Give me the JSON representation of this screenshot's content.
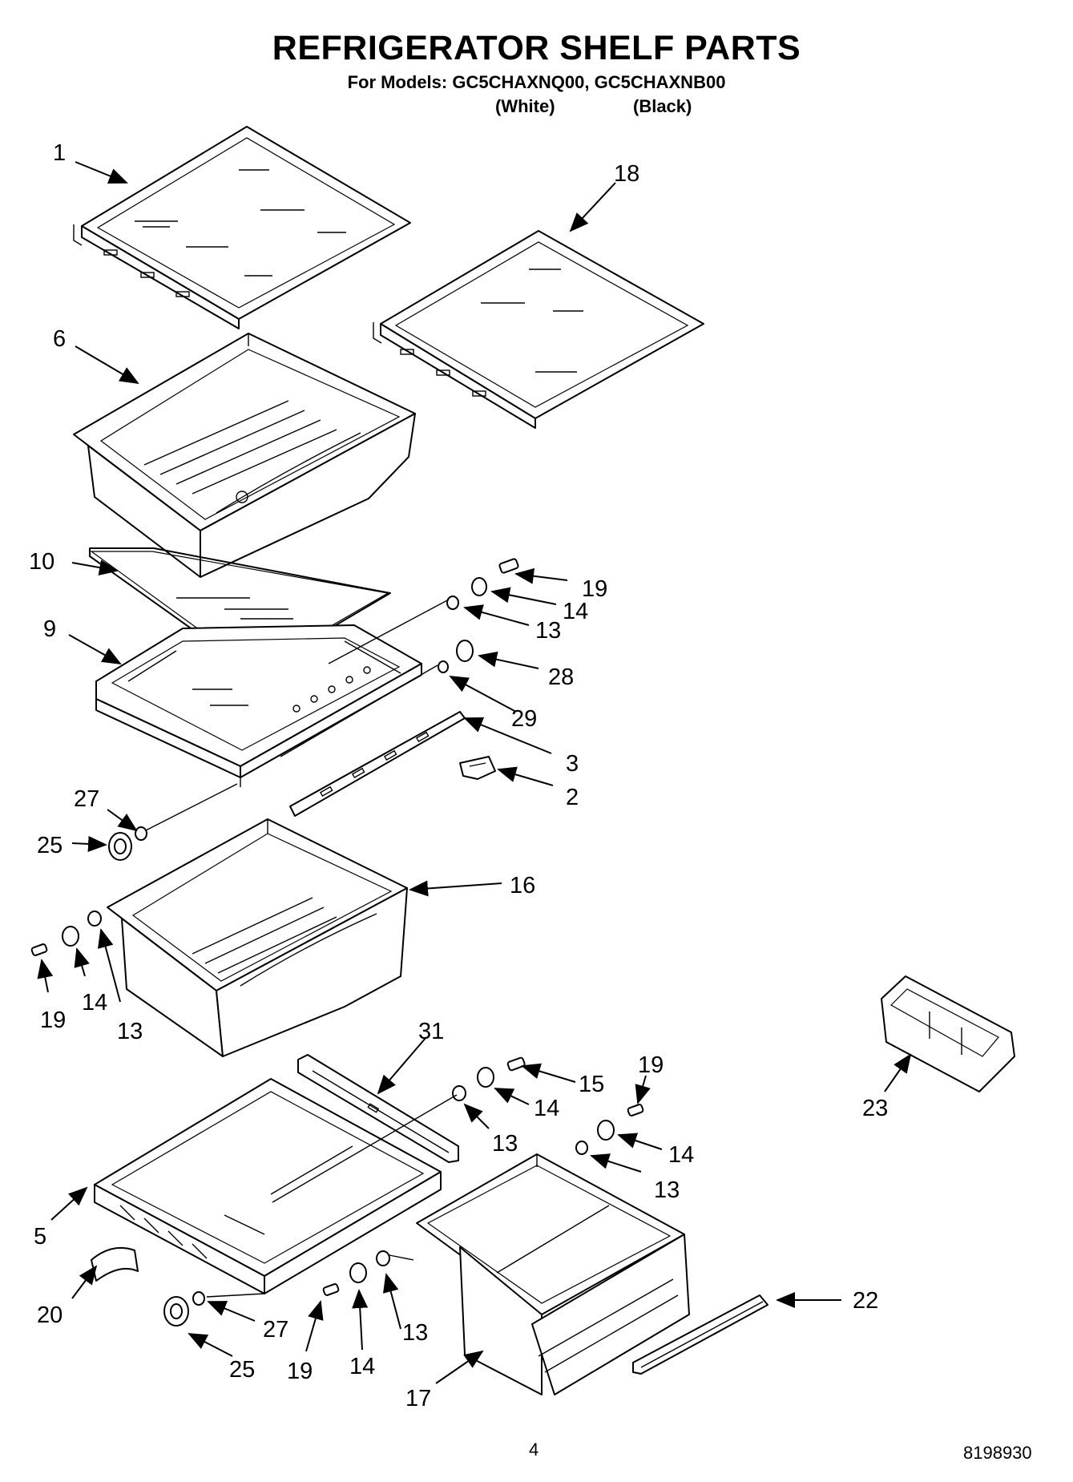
{
  "header": {
    "title": "REFRIGERATOR SHELF PARTS",
    "models_line": "For Models: GC5CHAXNQ00, GC5CHAXNB00",
    "color_white": "(White)",
    "color_black": "(Black)"
  },
  "callouts": {
    "c1": "1",
    "c18": "18",
    "c6": "6",
    "c10": "10",
    "c9": "9",
    "c19a": "19",
    "c14a": "14",
    "c13a": "13",
    "c28": "28",
    "c29": "29",
    "c3": "3",
    "c2": "2",
    "c27a": "27",
    "c25a": "25",
    "c16": "16",
    "c19b": "19",
    "c14b": "14",
    "c13b": "13",
    "c31": "31",
    "c15": "15",
    "c14c": "14",
    "c13c": "13",
    "c19c": "19",
    "c14d": "14",
    "c13d": "13",
    "c23": "23",
    "c5": "5",
    "c20": "20",
    "c27b": "27",
    "c25b": "25",
    "c19d": "19",
    "c14e": "14",
    "c13e": "13",
    "c17": "17",
    "c22": "22"
  },
  "footer": {
    "page_number": "4",
    "document_number": "8198930"
  }
}
